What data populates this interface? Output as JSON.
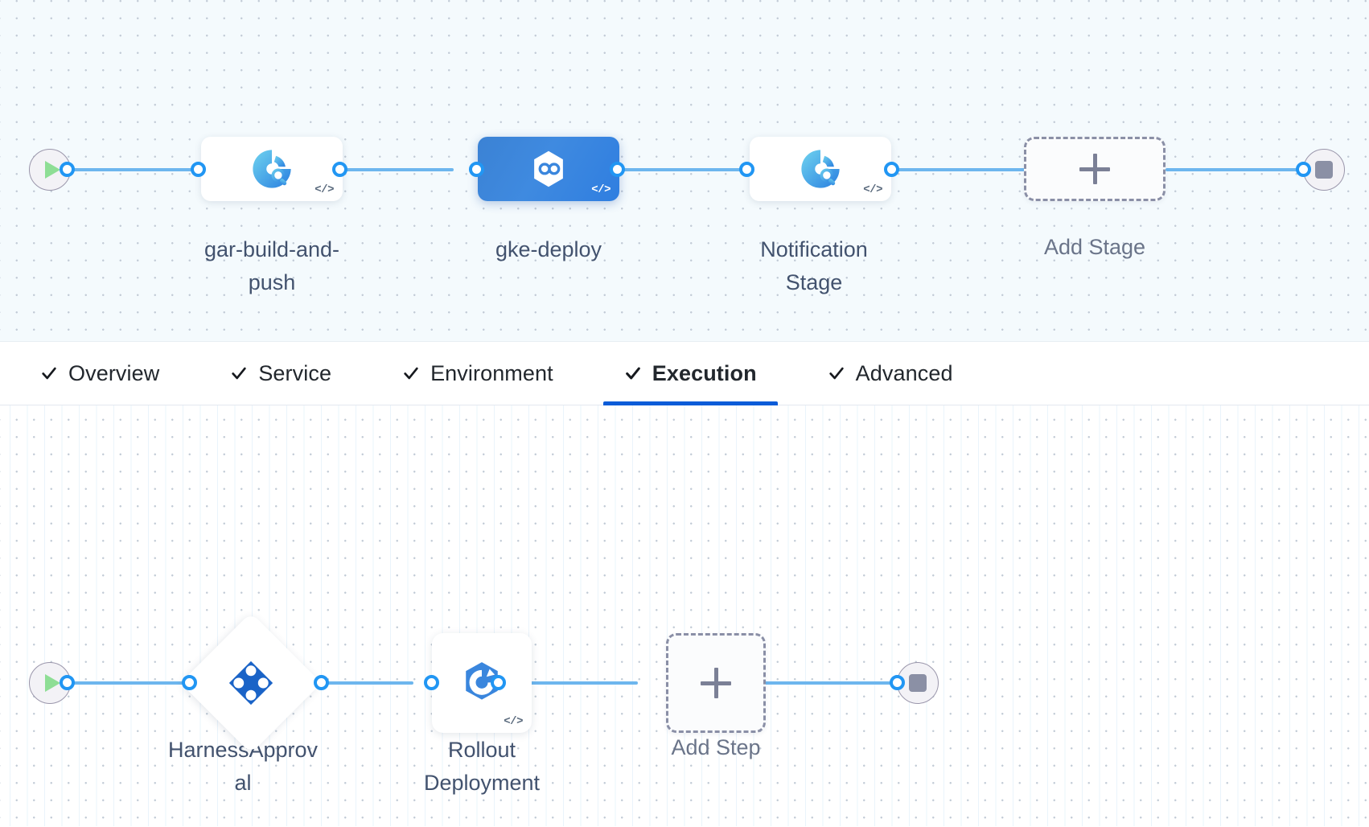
{
  "pipeline": {
    "stage_canvas": {
      "start_node": {
        "name": "start",
        "icon": "play-icon"
      },
      "end_node": {
        "name": "end",
        "icon": "stop-icon"
      },
      "stages": [
        {
          "id": "gar-build-and-push",
          "label": "gar-build-and-\npush",
          "icon": "harness-ci-build-icon",
          "selected": false,
          "code_badge": "</>"
        },
        {
          "id": "gke-deploy",
          "label": "gke-deploy",
          "icon": "harness-cd-deploy-icon",
          "selected": true,
          "code_badge": "</>"
        },
        {
          "id": "notification-stage",
          "label": "Notification\nStage",
          "icon": "harness-ci-build-icon",
          "selected": false,
          "code_badge": "</>"
        }
      ],
      "add_stage": {
        "label": "Add Stage",
        "icon": "plus-icon"
      }
    },
    "tabs": [
      {
        "id": "overview",
        "label": "Overview",
        "checked": true,
        "active": false
      },
      {
        "id": "service",
        "label": "Service",
        "checked": true,
        "active": false
      },
      {
        "id": "environment",
        "label": "Environment",
        "checked": true,
        "active": false
      },
      {
        "id": "execution",
        "label": "Execution",
        "checked": true,
        "active": true
      },
      {
        "id": "advanced",
        "label": "Advanced",
        "checked": true,
        "active": false
      }
    ],
    "execution_canvas": {
      "start_node": {
        "name": "start",
        "icon": "play-icon"
      },
      "end_node": {
        "name": "end",
        "icon": "stop-icon"
      },
      "steps": [
        {
          "id": "harness-approval",
          "label": "HarnessApprov\nal",
          "shape": "diamond",
          "icon": "harness-approval-icon"
        },
        {
          "id": "rollout-deployment",
          "label": "Rollout\nDeployment",
          "shape": "square",
          "icon": "kubernetes-rollout-icon",
          "code_badge": "</>"
        }
      ],
      "add_step": {
        "label": "Add Step",
        "icon": "plus-icon"
      }
    }
  },
  "colors": {
    "accent_blue": "#0b5cd8",
    "edge_blue": "#6db6ee",
    "port_blue": "#2196f3",
    "selected_node": "#3f8ae0",
    "canvas_top_bg": "#f4fafd",
    "canvas_bottom_bg": "#ffffff",
    "dot_grid": "#c2cbd6",
    "label_text": "#42526e",
    "terminal_fill": "#f3f2f6",
    "terminal_border": "#9a96ab",
    "play_green": "#8ede95",
    "stop_gray": "#8b90a5",
    "dashed_border": "#8a8fa6"
  }
}
